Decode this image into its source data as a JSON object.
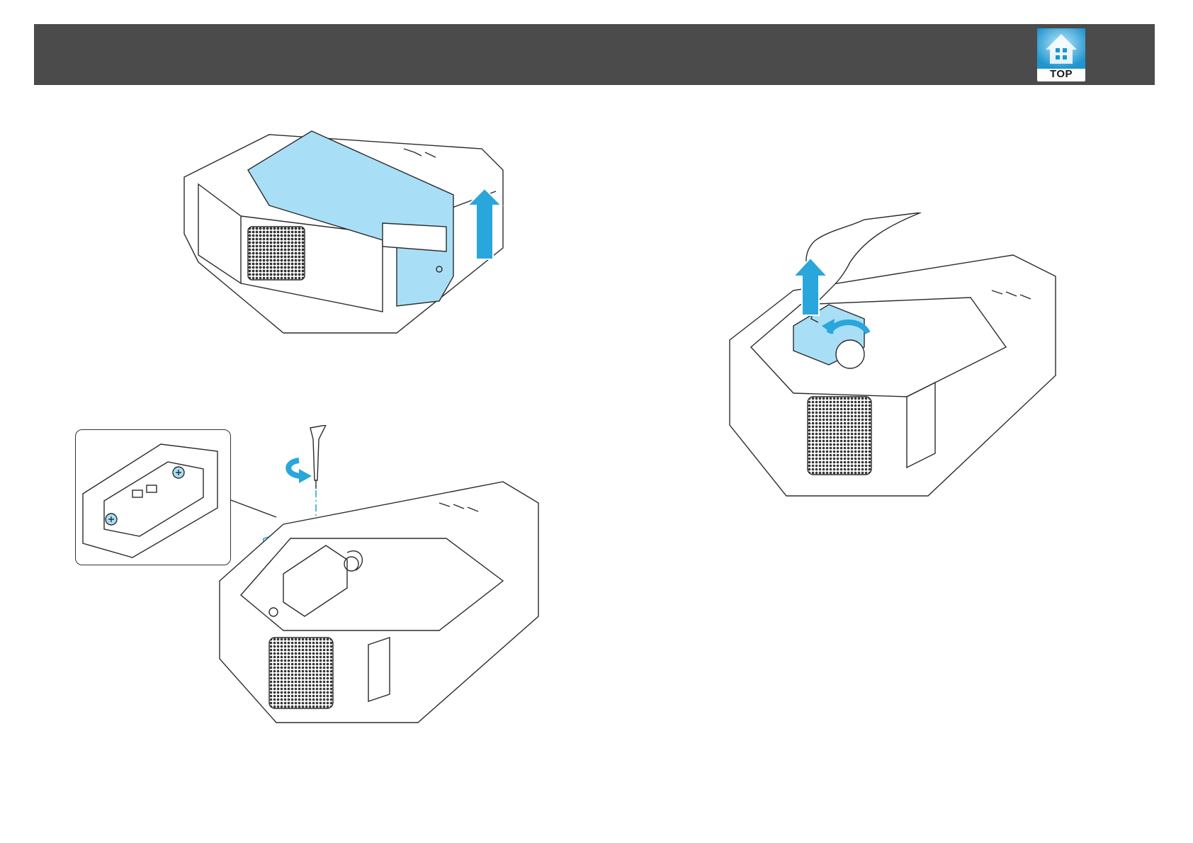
{
  "header": {
    "top_button": {
      "label": "TOP",
      "icon": "house-icon"
    }
  },
  "colors": {
    "header_bg": "#4b4b4b",
    "highlight_blue": "#a9dff6",
    "arrow_blue": "#29a6dc",
    "line": "#2b2b2b"
  },
  "figures": [
    {
      "id": "remove-lamp-cover",
      "icon": "lift-up-arrow-icon"
    },
    {
      "id": "loosen-lamp-screws",
      "icon": "screwdriver-icon"
    },
    {
      "id": "pull-out-lamp",
      "icon": "hand-icon"
    }
  ]
}
